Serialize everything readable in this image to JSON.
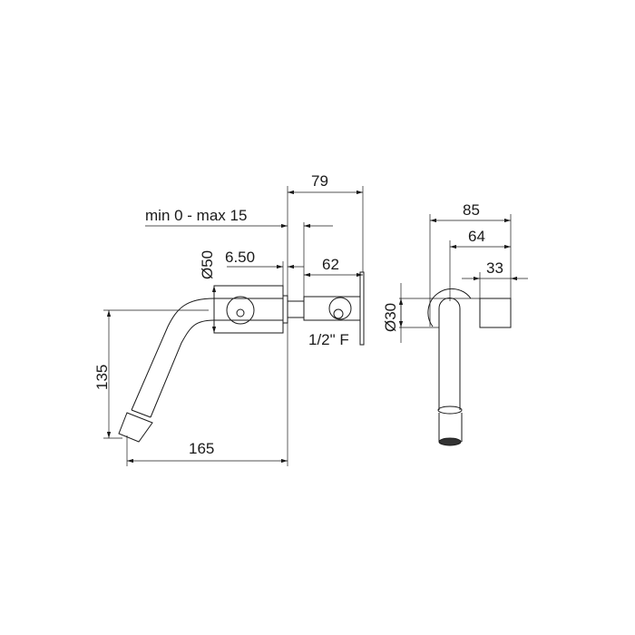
{
  "drawing": {
    "side_view": {
      "dim_depth_total": "79",
      "dim_adjust_range": "min 0 - max 15",
      "dim_body_diameter": "Ø50",
      "dim_plate_gap": "6.50",
      "dim_box_depth": "62",
      "connection_label": "1/2\" F",
      "dim_height": "135",
      "dim_projection": "165"
    },
    "front_view": {
      "dim_width_total": "85",
      "dim_center_offset": "64",
      "dim_handle_width": "33",
      "dim_pipe_diameter": "Ø30"
    }
  }
}
